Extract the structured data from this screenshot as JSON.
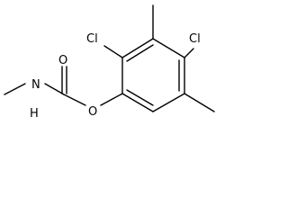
{
  "molecule": {
    "atoms": {
      "cl_left": "Cl",
      "cl_right": "Cl",
      "carbonyl_oxygen": "O",
      "ester_oxygen": "O",
      "amine": "H",
      "amine_n": "N"
    }
  }
}
